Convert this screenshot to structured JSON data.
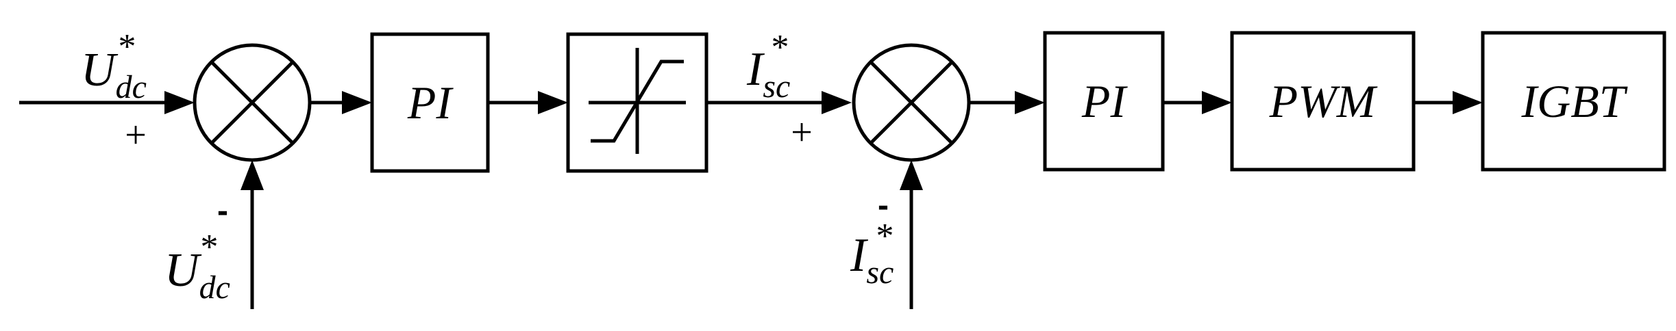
{
  "blocks": {
    "pi1": "PI",
    "pi2": "PI",
    "pwm": "PWM",
    "igbt": "IGBT"
  },
  "signals": {
    "udc_ref": {
      "main": "U",
      "sub": "dc",
      "sup": "*"
    },
    "udc_fb": {
      "main": "U",
      "sub": "dc",
      "sup": "*"
    },
    "isc_ref": {
      "main": "I",
      "sub": "sc",
      "sup": "*"
    },
    "isc_fb": {
      "main": "I",
      "sub": "sc",
      "sup": "*"
    }
  },
  "signs": {
    "sum1_plus": "+",
    "sum1_minus": "-",
    "sum2_plus": "+",
    "sum2_minus": "-"
  }
}
